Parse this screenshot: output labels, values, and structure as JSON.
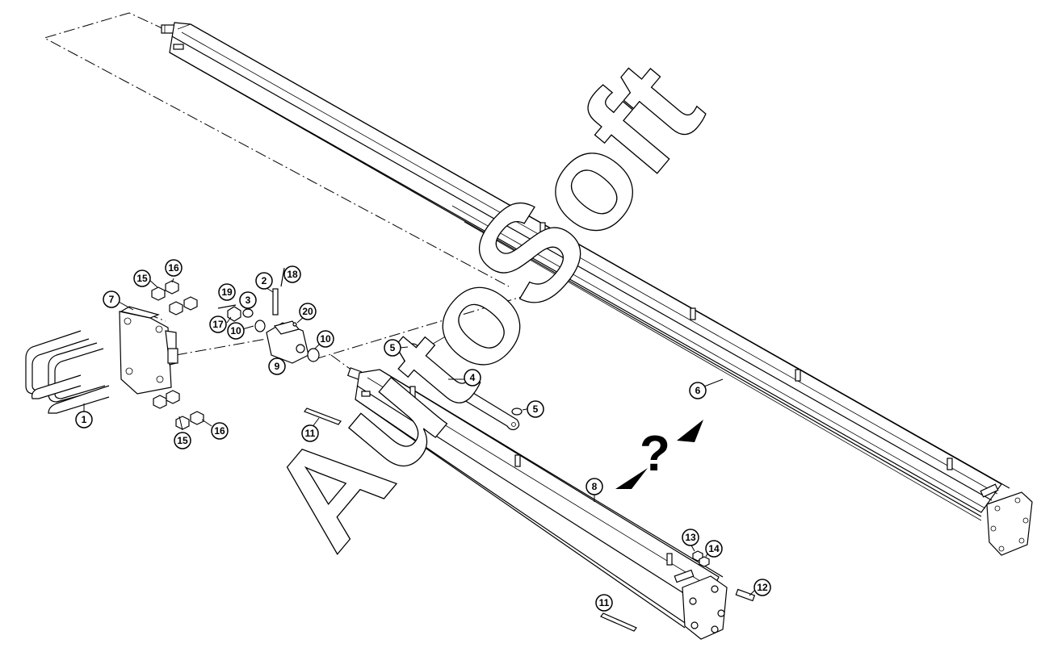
{
  "header_text": "",
  "watermark": "AutoSoft",
  "question_mark": "?",
  "callouts": [
    {
      "id": "c1",
      "label": "1"
    },
    {
      "id": "c2",
      "label": "2"
    },
    {
      "id": "c3",
      "label": "3"
    },
    {
      "id": "c4",
      "label": "4"
    },
    {
      "id": "c5a",
      "label": "5"
    },
    {
      "id": "c5b",
      "label": "5"
    },
    {
      "id": "c6",
      "label": "6"
    },
    {
      "id": "c7",
      "label": "7"
    },
    {
      "id": "c8",
      "label": "8"
    },
    {
      "id": "c9",
      "label": "9"
    },
    {
      "id": "c10a",
      "label": "10"
    },
    {
      "id": "c10b",
      "label": "10"
    },
    {
      "id": "c11a",
      "label": "11"
    },
    {
      "id": "c11b",
      "label": "11"
    },
    {
      "id": "c12",
      "label": "12"
    },
    {
      "id": "c13",
      "label": "13"
    },
    {
      "id": "c14",
      "label": "14"
    },
    {
      "id": "c15a",
      "label": "15"
    },
    {
      "id": "c15b",
      "label": "15"
    },
    {
      "id": "c16a",
      "label": "16"
    },
    {
      "id": "c16b",
      "label": "16"
    },
    {
      "id": "c17",
      "label": "17"
    },
    {
      "id": "c18",
      "label": "18"
    },
    {
      "id": "c19",
      "label": "19"
    },
    {
      "id": "c20",
      "label": "20"
    }
  ]
}
